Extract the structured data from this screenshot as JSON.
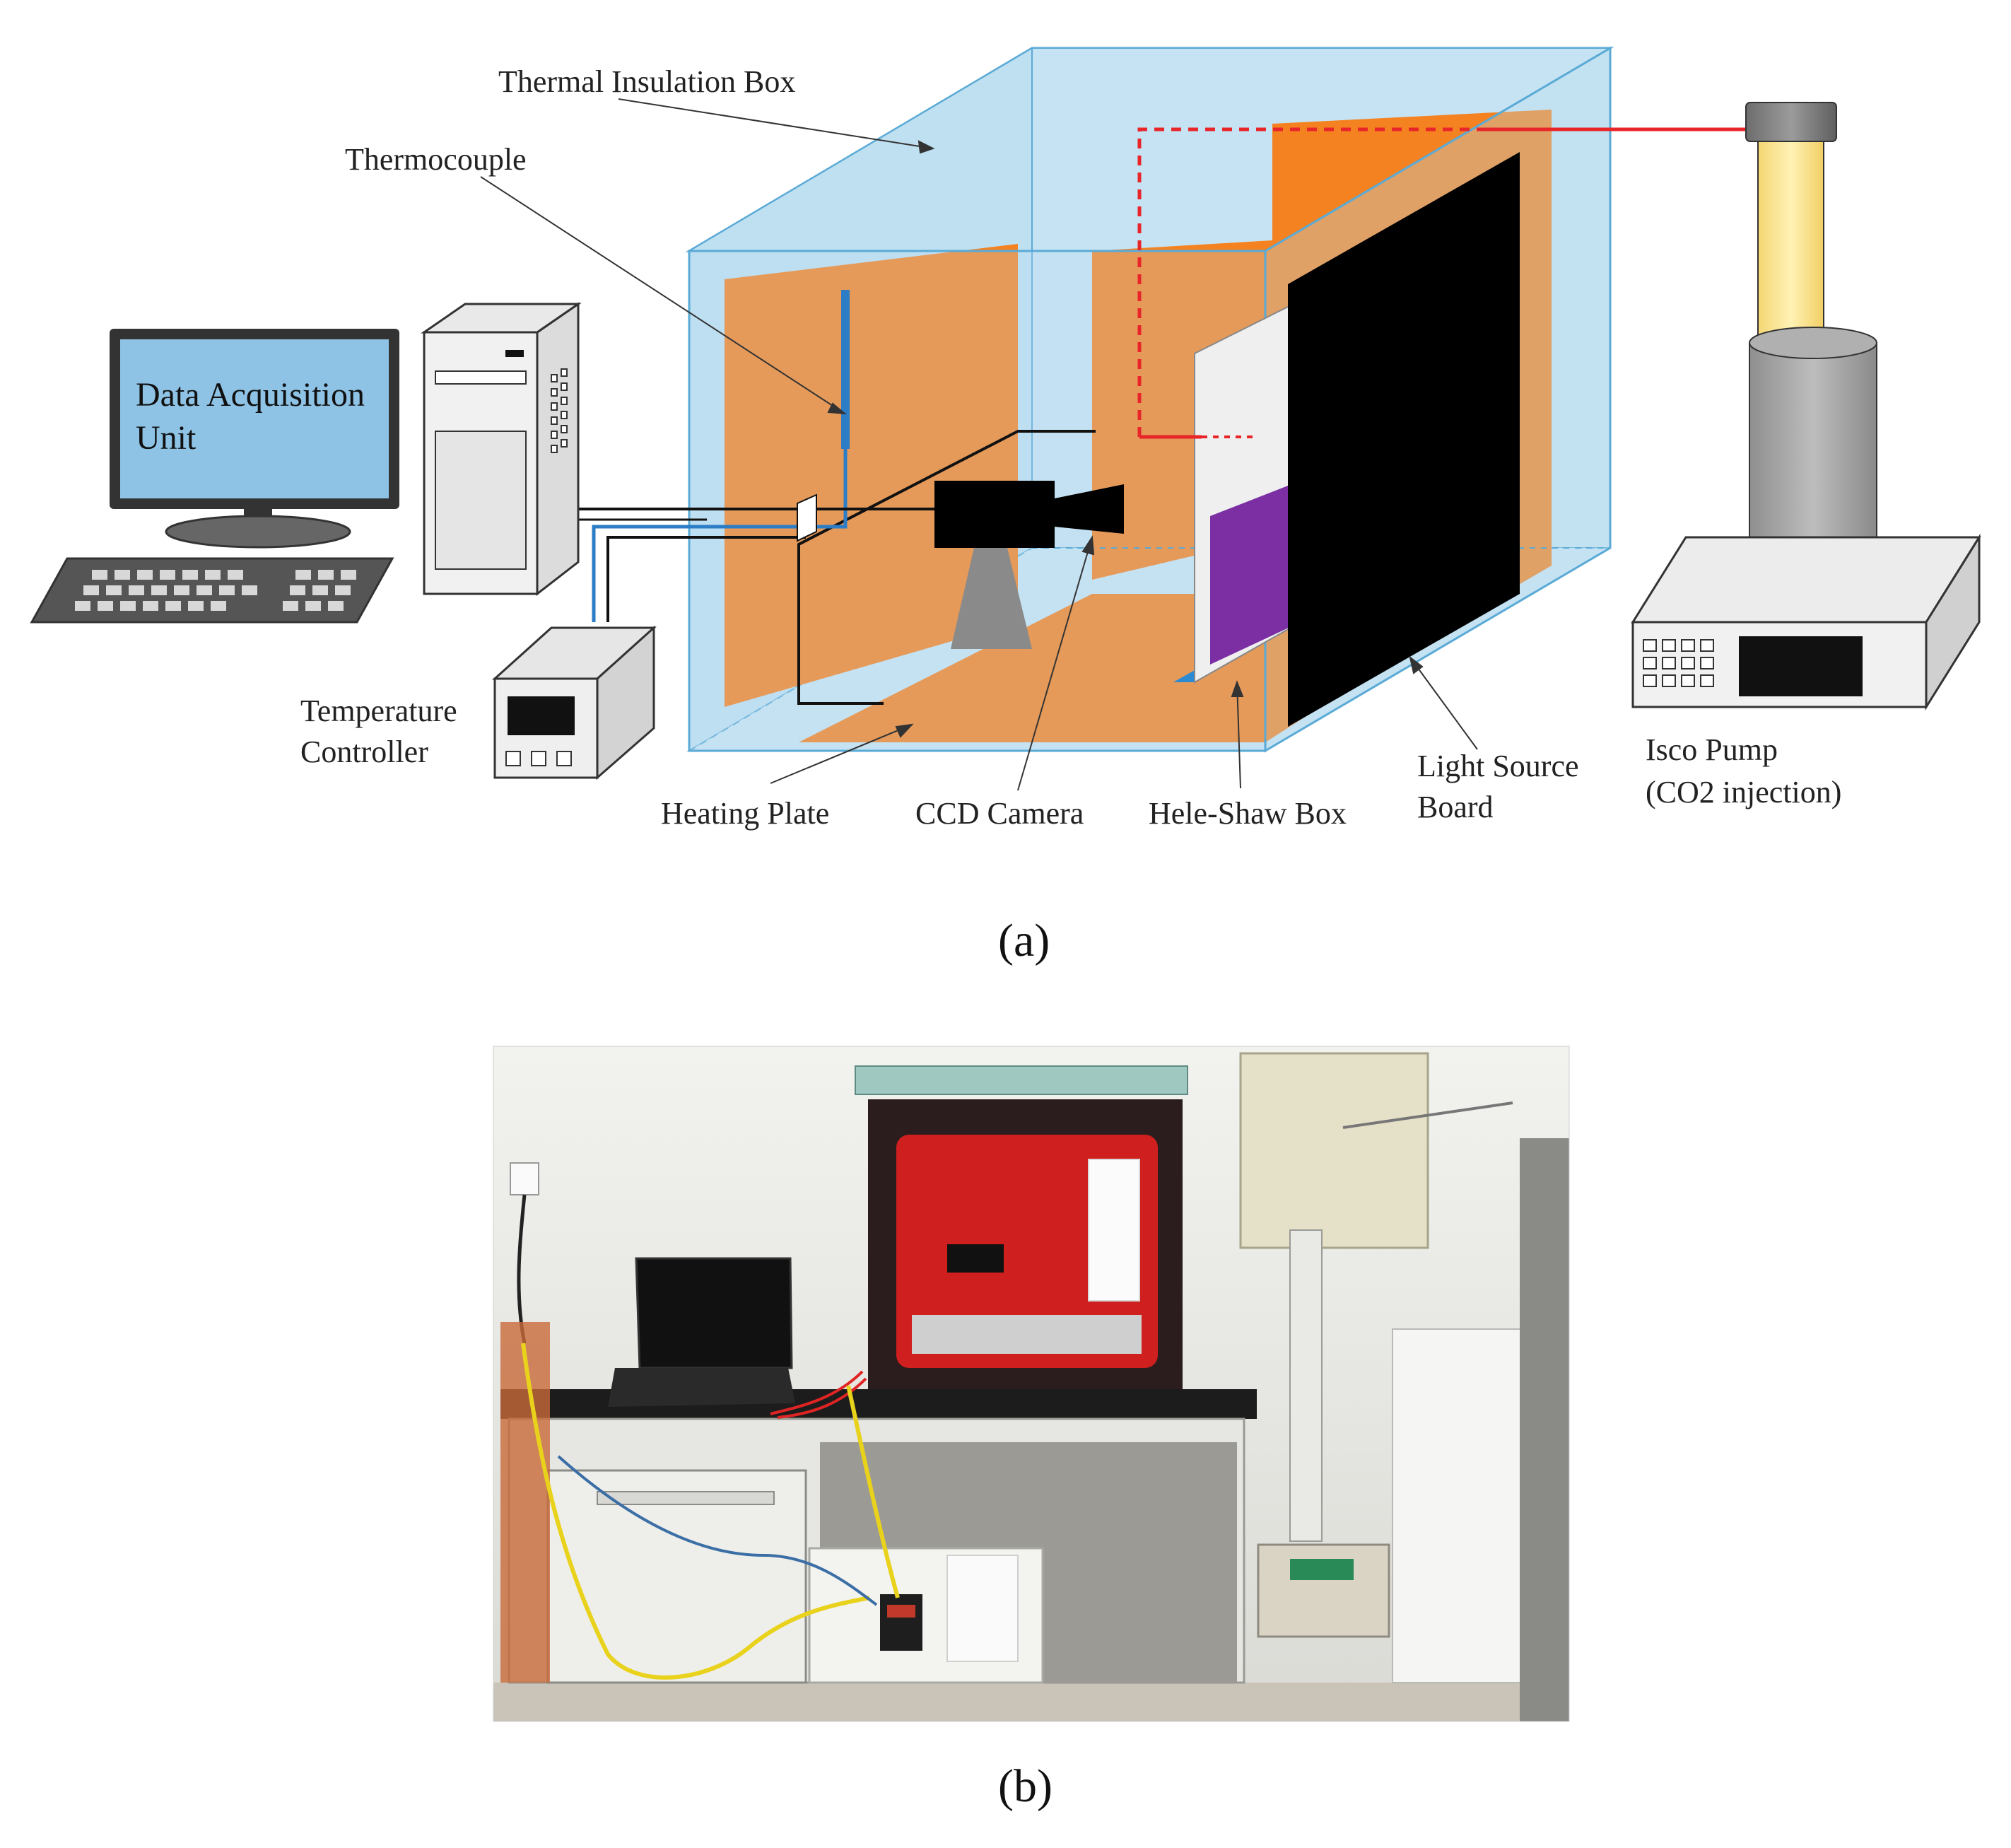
{
  "panel_a": {
    "caption": "(a)",
    "labels": {
      "thermal_insulation_box": "Thermal Insulation Box",
      "thermocouple": "Thermocouple",
      "data_acquisition_line1": "Data Acquisition",
      "data_acquisition_line2": "Unit",
      "temperature_controller_line1": "Temperature",
      "temperature_controller_line2": "Controller",
      "heating_plate": "Heating Plate",
      "ccd_camera": "CCD Camera",
      "hele_shaw_box": "Hele-Shaw Box",
      "light_source_line1": "Light Source",
      "light_source_line2": "Board",
      "isco_pump_line1": "Isco Pump",
      "isco_pump_line2": "(CO2 injection)"
    },
    "colors": {
      "box_fill": "#b9dcef",
      "box_edge": "#5aaad6",
      "heating_plate": "#f58220",
      "co2_line": "#e8262a",
      "thermo_wire": "#2c7dc6",
      "fluid": "#7b2fa2",
      "light_board": "#000000",
      "pump_cylinder": "#fde99a",
      "pump_body": "#a7a7a7"
    }
  },
  "panel_b": {
    "caption": "(b)",
    "description_hidden": false
  }
}
